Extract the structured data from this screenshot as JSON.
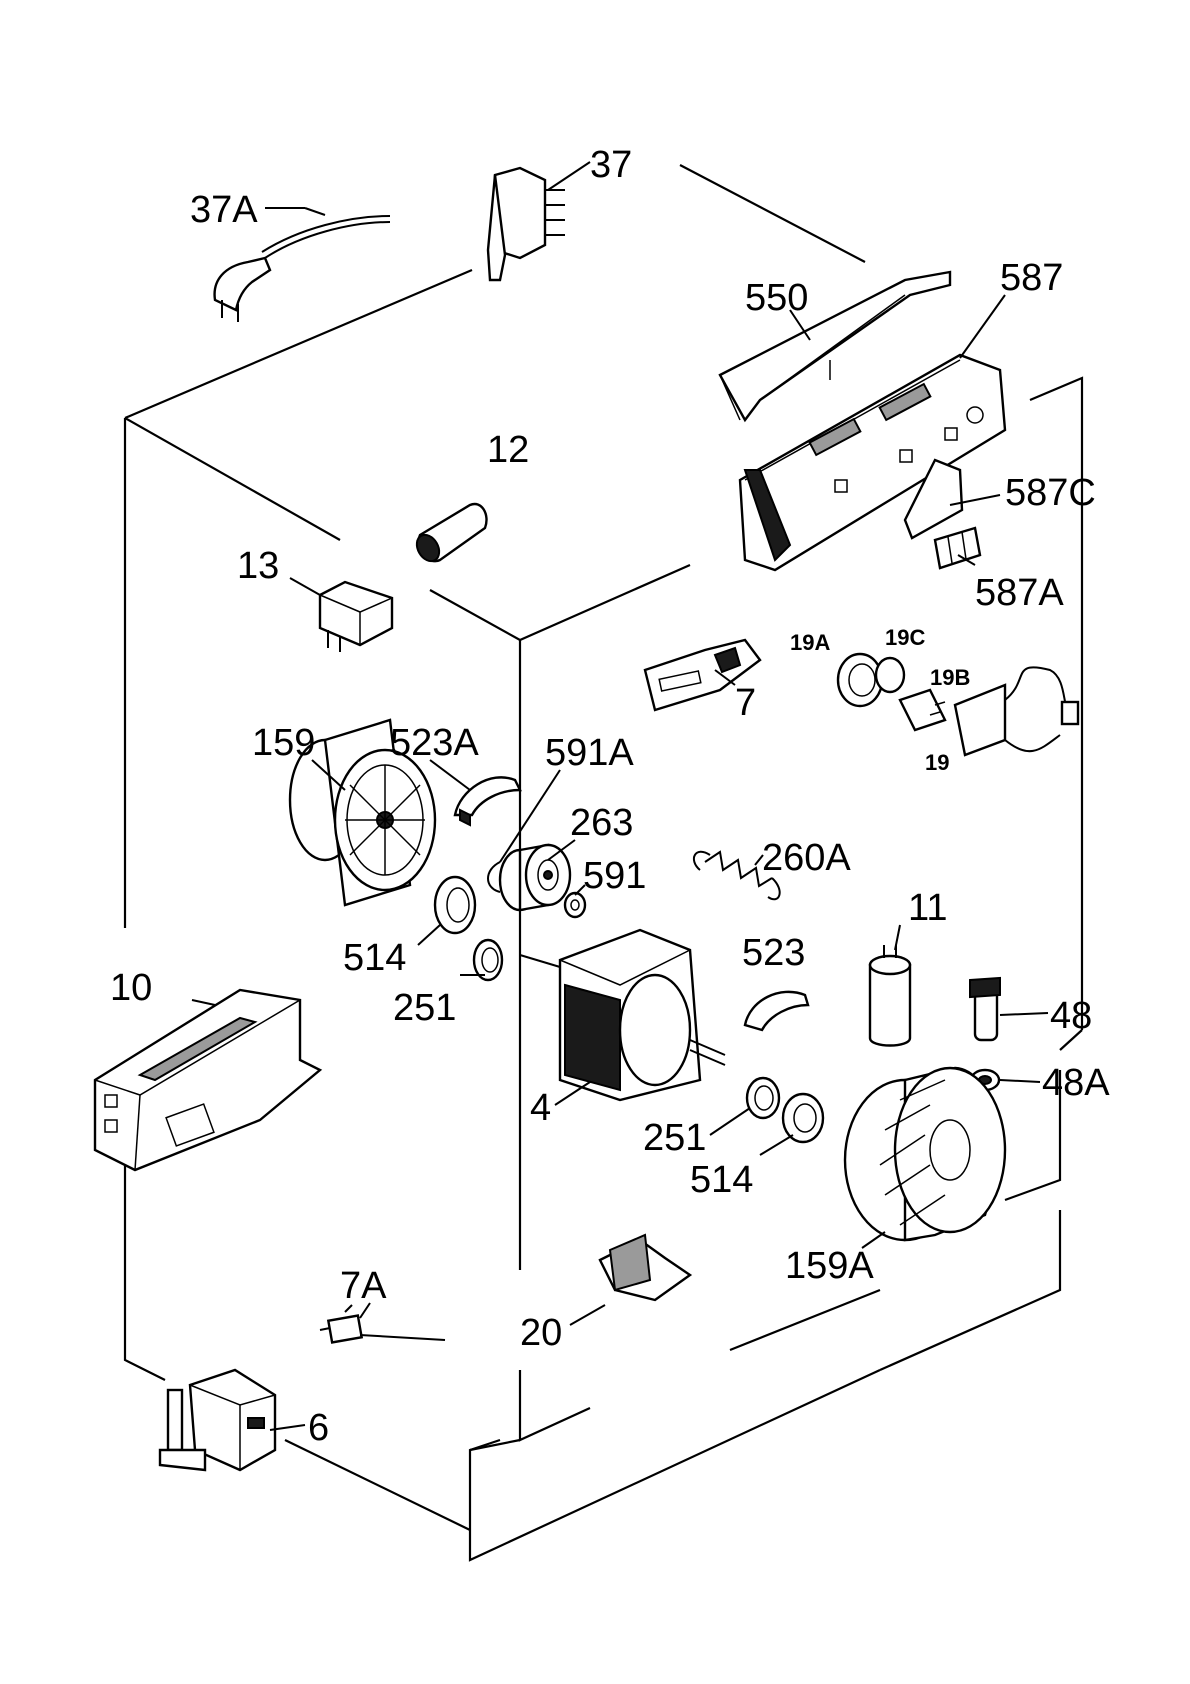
{
  "parts": [
    {
      "id": "p37A",
      "label": "37A"
    },
    {
      "id": "p37",
      "label": "37"
    },
    {
      "id": "p550",
      "label": "550"
    },
    {
      "id": "p587",
      "label": "587"
    },
    {
      "id": "p12",
      "label": "12"
    },
    {
      "id": "p587C",
      "label": "587C"
    },
    {
      "id": "p13",
      "label": "13"
    },
    {
      "id": "p587A",
      "label": "587A"
    },
    {
      "id": "p19A",
      "label": "19A"
    },
    {
      "id": "p19C",
      "label": "19C"
    },
    {
      "id": "p19B",
      "label": "19B"
    },
    {
      "id": "p19",
      "label": "19"
    },
    {
      "id": "p7",
      "label": "7"
    },
    {
      "id": "p159",
      "label": "159"
    },
    {
      "id": "p523A",
      "label": "523A"
    },
    {
      "id": "p591A",
      "label": "591A"
    },
    {
      "id": "p263",
      "label": "263"
    },
    {
      "id": "p260A",
      "label": "260A"
    },
    {
      "id": "p591",
      "label": "591"
    },
    {
      "id": "p11",
      "label": "11"
    },
    {
      "id": "p514a",
      "label": "514"
    },
    {
      "id": "p523",
      "label": "523"
    },
    {
      "id": "p251a",
      "label": "251"
    },
    {
      "id": "p10",
      "label": "10"
    },
    {
      "id": "p48",
      "label": "48"
    },
    {
      "id": "p48A",
      "label": "48A"
    },
    {
      "id": "p4",
      "label": "4"
    },
    {
      "id": "p251b",
      "label": "251"
    },
    {
      "id": "p514b",
      "label": "514"
    },
    {
      "id": "p159A",
      "label": "159A"
    },
    {
      "id": "p7A",
      "label": "7A"
    },
    {
      "id": "p20",
      "label": "20"
    },
    {
      "id": "p6",
      "label": "6"
    }
  ]
}
